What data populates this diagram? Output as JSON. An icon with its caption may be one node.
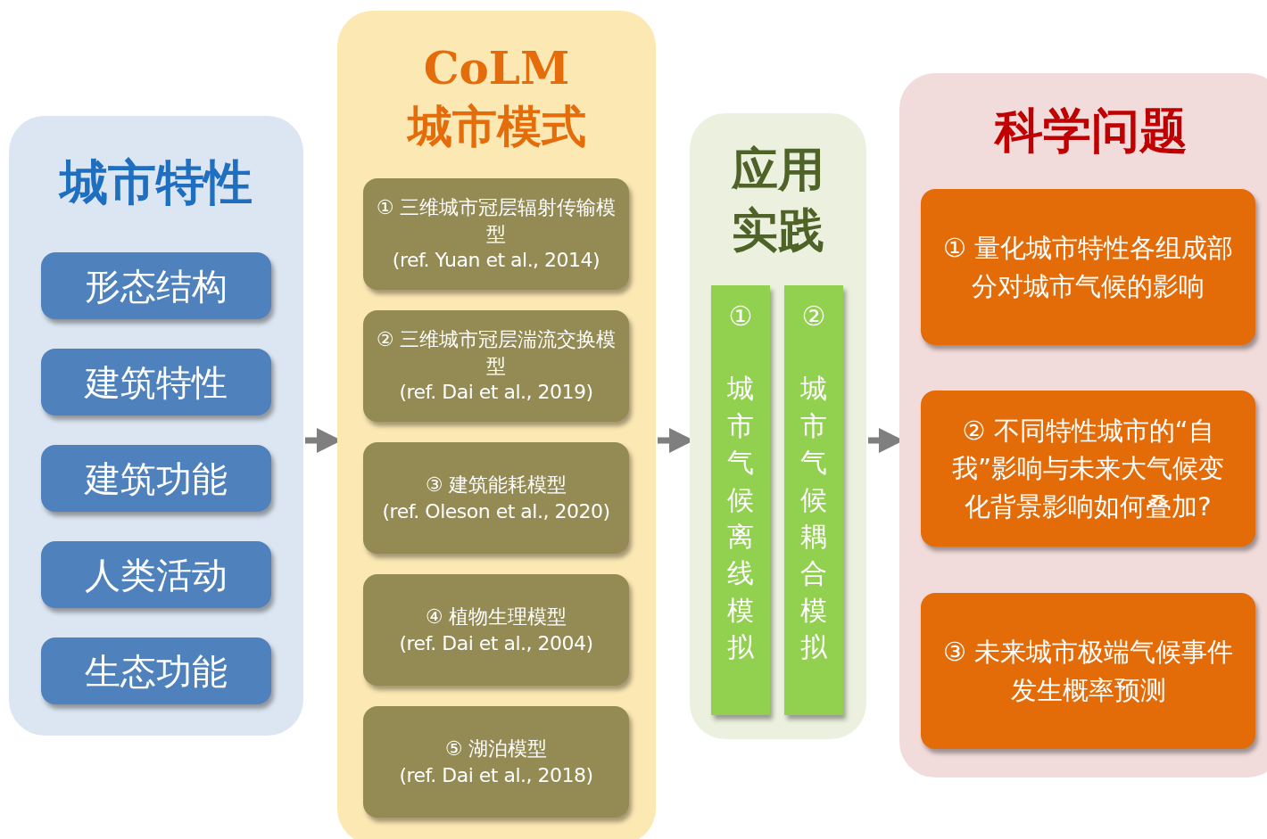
{
  "diagram": {
    "nodes": [
      {
        "text": [
          "城市特性"
        ]
      },
      {
        "text": [
          "形态结构"
        ],
        "in": 0
      },
      {
        "text": [
          "建筑特性"
        ],
        "in": 0
      },
      {
        "text": [
          "建筑功能"
        ],
        "in": 0
      },
      {
        "text": [
          "人类活动"
        ],
        "in": 0
      },
      {
        "text": [
          "生态功能"
        ],
        "in": 0
      },
      {
        "text": [
          "CoLM 城市模式"
        ]
      },
      {
        "text": [
          "① 三维城市冠层辐射传输模型",
          "(ref. Yuan et al., 2014)"
        ],
        "in": 6
      },
      {
        "text": [
          "② 三维城市冠层湍流交换模型",
          "(ref. Dai et al., 2019)"
        ],
        "in": 6
      },
      {
        "text": [
          "③ 建筑能耗模型",
          "(ref. Oleson et al., 2020)"
        ],
        "in": 6
      },
      {
        "text": [
          "④ 植物生理模型",
          "(ref. Dai et al., 2004)"
        ],
        "in": 6
      },
      {
        "text": [
          "⑤ 湖泊模型",
          "(ref. Dai et al., 2018)"
        ],
        "in": 6
      },
      {
        "text": [
          "应用实践"
        ]
      },
      {
        "text": [
          "①",
          "城市气候离线模拟"
        ],
        "in": 12
      },
      {
        "text": [
          "②",
          "城市气候耦合模拟"
        ],
        "in": 12
      },
      {
        "text": [
          "科学问题"
        ]
      },
      {
        "text": [
          "① 量化城市特性各组成部分对城市气候的影响"
        ],
        "in": 15
      },
      {
        "text": [
          "② 不同特性城市的“自我”影响与未来大气候变化背景影响如何叠加?"
        ],
        "in": 15
      },
      {
        "text": [
          "③ 未来城市极端气候事件发生概率预测"
        ],
        "in": 15
      }
    ],
    "edges": [
      {
        "from": 0,
        "to": 6,
        "arrow": "to"
      },
      {
        "from": 6,
        "to": 12,
        "arrow": "to"
      },
      {
        "from": 12,
        "to": 15,
        "arrow": "to"
      }
    ]
  }
}
